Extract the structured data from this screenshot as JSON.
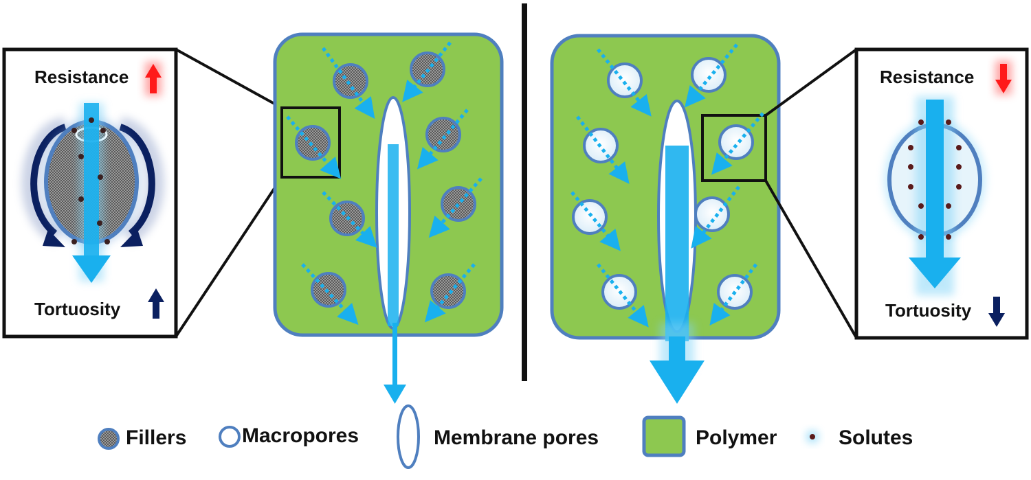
{
  "left_inset": {
    "top_label": "Resistance",
    "bottom_label": "Tortuosity"
  },
  "right_inset": {
    "top_label": "Resistance",
    "bottom_label": "Tortuosity"
  },
  "legend": {
    "fillers": "Fillers",
    "macropores": "Macropores",
    "membrane_pores": "Membrane pores",
    "polymer": "Polymer",
    "solutes": "Solutes"
  },
  "colors": {
    "polymer": "#8dc850",
    "border": "#4f7fbf",
    "flow": "#19b0ee",
    "dark_arrow": "#0b2060",
    "red_arrow": "#ff1a1a",
    "solute": "#6b1414"
  }
}
